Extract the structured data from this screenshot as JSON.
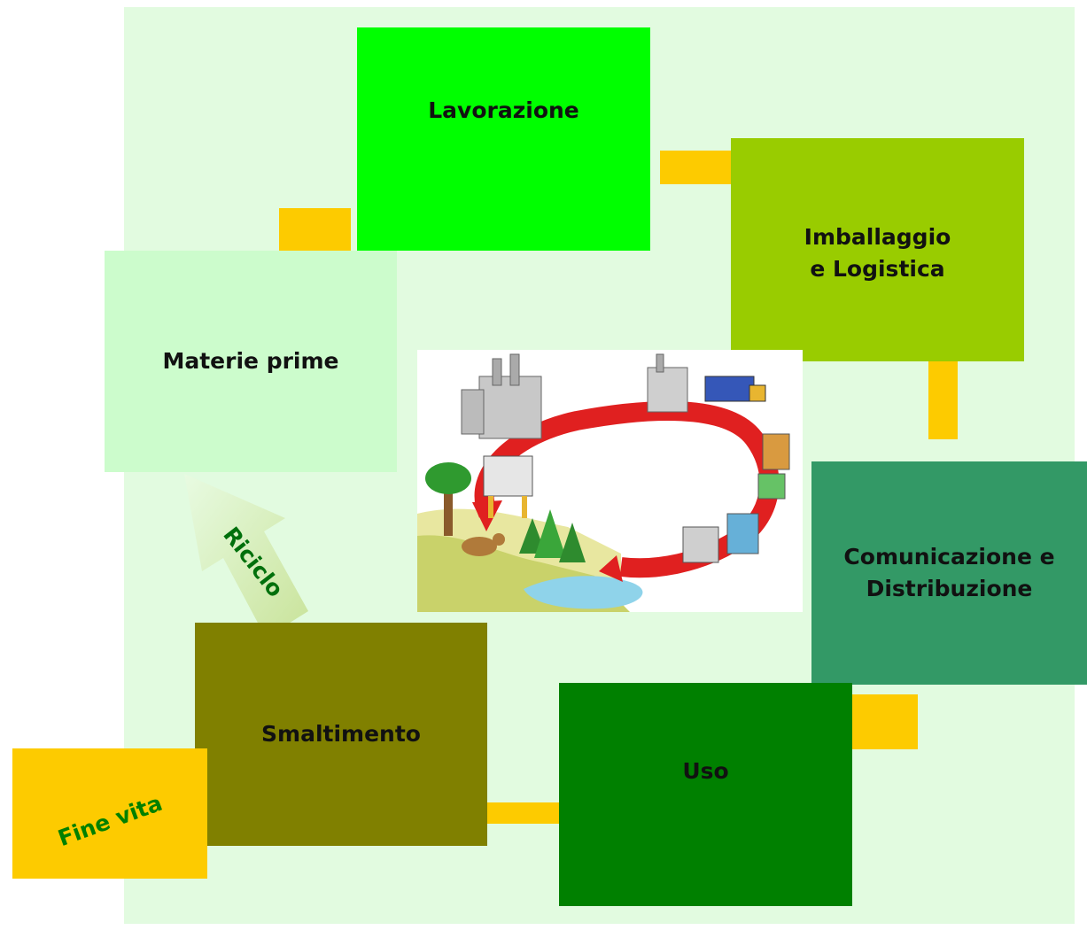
{
  "stages": {
    "materie_prime": "Materie prime",
    "lavorazione": "Lavorazione",
    "imballaggio": "Imballaggio\ne Logistica",
    "comunicazione": "Comunicazione e\n Distribuzione",
    "uso": "Uso",
    "smaltimento": "Smaltimento",
    "fine_vita": "Fine vita"
  },
  "arrows": {
    "riciclo": "Riciclo"
  },
  "colors": {
    "background": "#e2fbe0",
    "materie_prime": "#ccfccc",
    "lavorazione": "#00ff00",
    "imballaggio": "#99cc00",
    "comunicazione": "#339966",
    "uso": "#008000",
    "smaltimento": "#808000",
    "fine_vita": "#fdcb00",
    "connector": "#fdcb00",
    "recycle_arrow": "#cdeec6"
  },
  "center_illustration": {
    "icon": "life-cycle-illustration"
  }
}
